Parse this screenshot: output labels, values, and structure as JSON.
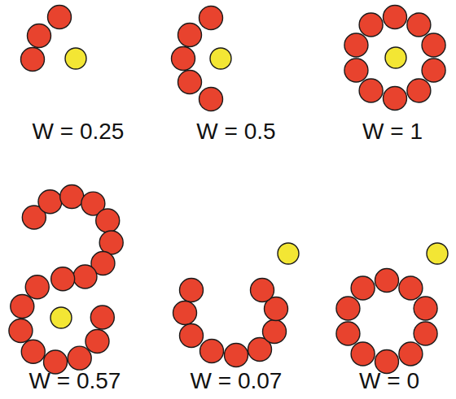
{
  "diagram": {
    "labels": [
      "W = 0.25",
      "W = 0.5",
      "W = 1",
      "W = 0.57",
      "W = 0.07",
      "W = 0"
    ]
  }
}
